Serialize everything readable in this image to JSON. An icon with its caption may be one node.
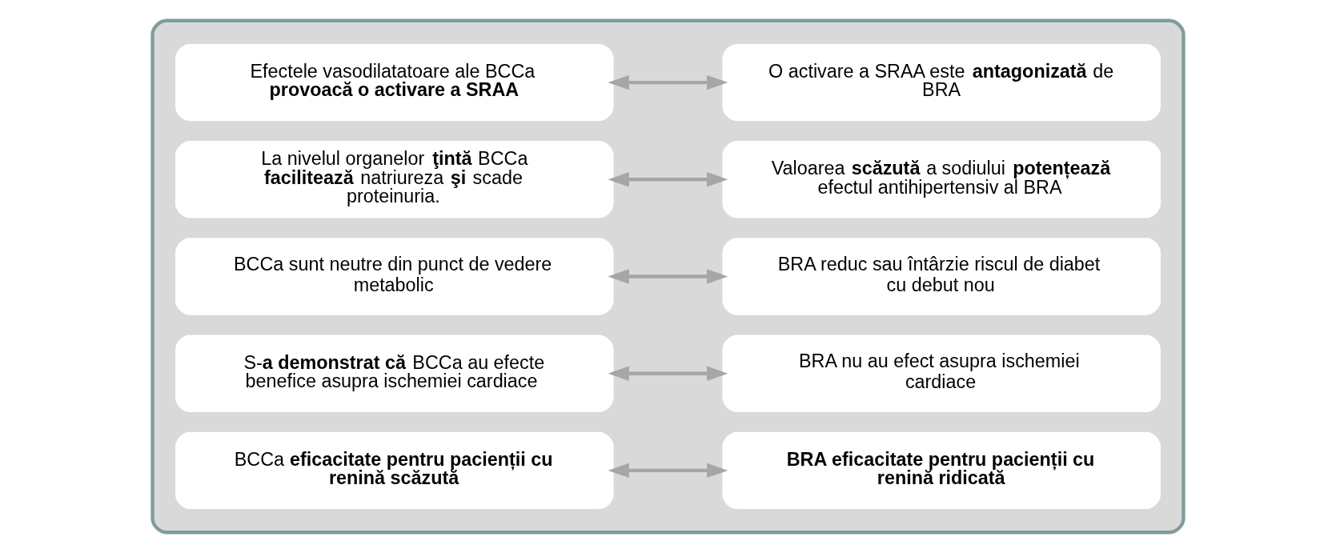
{
  "diagram": {
    "nodes": [
      {
        "text": [],
        "shape": "box"
      },
      {
        "text": [
          "Efectele vasodilatatoare ale BCCa **provoacă o activare a SRAA**"
        ],
        "in": 0
      },
      {
        "text": [
          "O activare a SRAA este **antagonizată** de BRA"
        ],
        "in": 0
      },
      {
        "text": [
          "La nivelul organelor **ţintă** BCCa **facilitează** natriureza **şi** scade proteinuria."
        ],
        "in": 0
      },
      {
        "text": [
          "Valoarea **scăzută** a sodiului **potențează** efectul antihipertensiv al BRA"
        ],
        "in": 0
      },
      {
        "text": [
          "BCCa sunt neutre din punct de vedere metabolic"
        ],
        "in": 0
      },
      {
        "text": [
          "BRA reduc sau întârzie riscul de diabet cu debut nou"
        ],
        "in": 0
      },
      {
        "text": [
          "S-**a demonstrat că** BCCa au efecte benefice asupra ischemiei cardiace"
        ],
        "in": 0
      },
      {
        "text": [
          "BRA nu au efect asupra ischemiei cardiace"
        ],
        "in": 0
      },
      {
        "text": [
          "BCCa **eficacitate pentru pacienții cu renină scăzută**"
        ],
        "in": 0
      },
      {
        "text": [
          "**BRA eficacitate pentru pacienții cu renină ridicată**"
        ],
        "in": 0
      }
    ],
    "edges": [
      {
        "from": 1,
        "to": 2,
        "arrow": "both"
      },
      {
        "from": 3,
        "to": 4,
        "arrow": "both"
      },
      {
        "from": 5,
        "to": 6,
        "arrow": "both"
      },
      {
        "from": 7,
        "to": 8,
        "arrow": "both"
      },
      {
        "from": 9,
        "to": 10,
        "arrow": "both"
      }
    ]
  }
}
